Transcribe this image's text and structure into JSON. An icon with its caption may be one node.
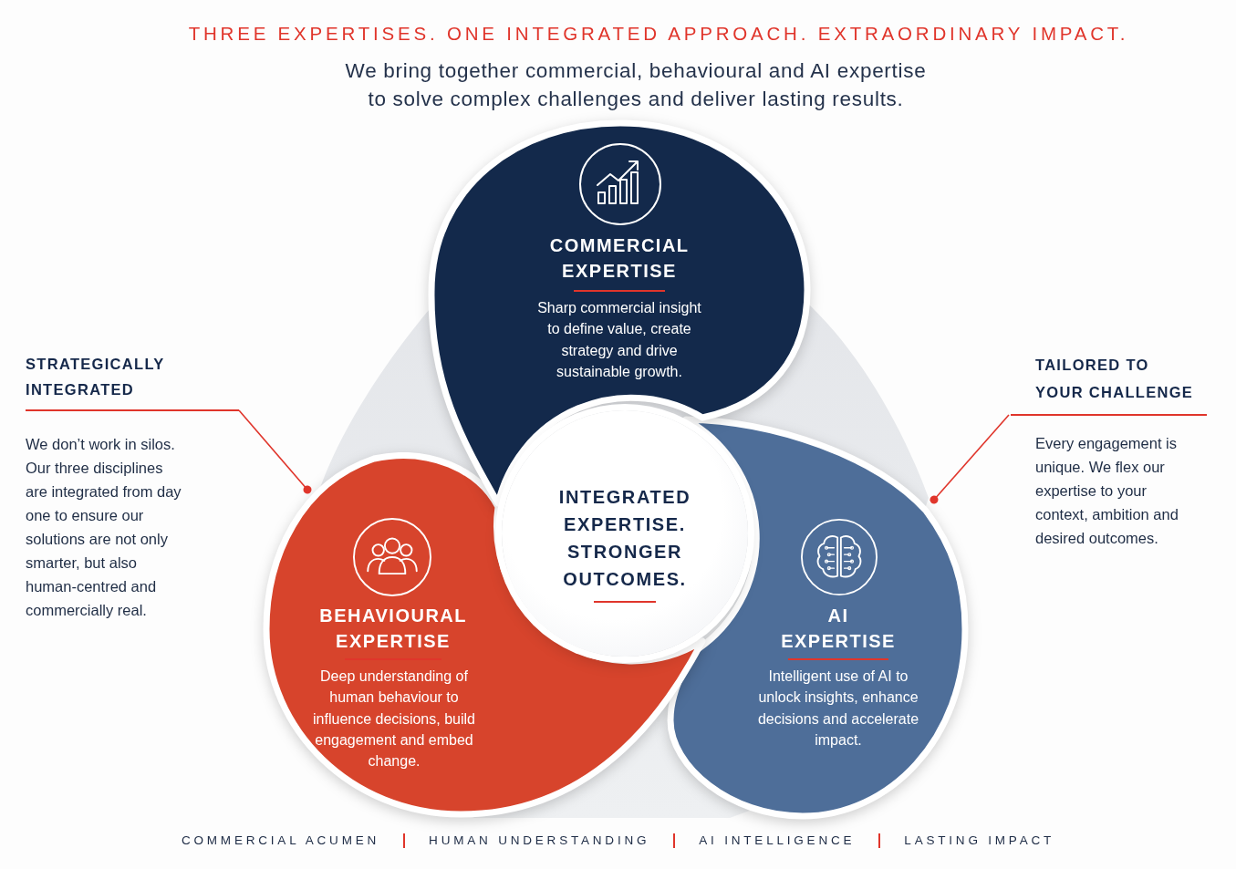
{
  "diagram": {
    "title": "THREE EXPERTISES. ONE INTEGRATED APPROACH. EXTRAORDINARY IMPACT.",
    "nodes": [
      {
        "text": [
          "COMMERCIAL EXPERTISE",
          "Sharp commercial insight to define value, create strategy and drive sustainable growth."
        ]
      },
      {
        "text": [
          "STRATEGICALLY INTEGRATED",
          "We don’t work in silos. Our three disciplines are integrated from day one to ensure our solutions are not only smarter, but also human-centred and commercially real."
        ]
      },
      {
        "text": [
          "TAILORED TO YOUR CHALLENGE",
          "Every engagement is unique. We flex our expertise to your context, ambition and desired outcomes."
        ]
      },
      {
        "text": [
          "INTEGRATED EXPERTISE. STRONGER OUTCOMES."
        ]
      },
      {
        "text": [
          "BEHAVIOURAL EXPERTISE",
          "Deep understanding of human behaviour to influence decisions, build engagement and embed change."
        ]
      },
      {
        "text": [
          "AI EXPERTISE",
          "Intelligent use of AI to unlock insights, enhance decisions and accelerate impact."
        ]
      }
    ],
    "edges": [
      {
        "from": 1,
        "to": 4,
        "arrow": "other"
      },
      {
        "from": 2,
        "to": 5,
        "arrow": "other"
      }
    ],
    "labels": [
      "We bring together commercial, behavioural and AI expertise to solve complex challenges and deliver lasting results.",
      "COMMERCIAL ACUMEN",
      "HUMAN UNDERSTANDING",
      "AI INTELLIGENCE",
      "LASTING IMPACT"
    ]
  }
}
